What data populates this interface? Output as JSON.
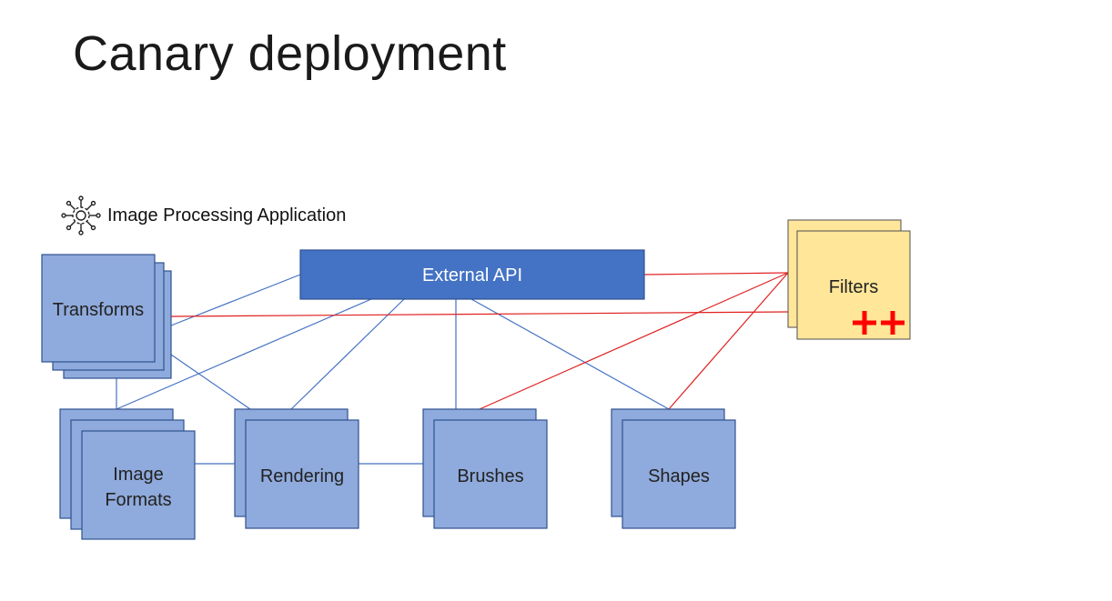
{
  "title": "Canary deployment",
  "application": {
    "label": "Image Processing Application",
    "icon": "network-gear-icon"
  },
  "nodes": {
    "external_api": "External API",
    "transforms": "Transforms",
    "filters": "Filters",
    "filters_marker": "++",
    "image_formats_line1": "Image",
    "image_formats_line2": "Formats",
    "rendering": "Rendering",
    "brushes": "Brushes",
    "shapes": "Shapes"
  },
  "colors": {
    "service": "#8faadc",
    "api": "#4472c4",
    "canary": "#ffe699",
    "canary_link": "#e02020",
    "link": "#4472c4"
  }
}
